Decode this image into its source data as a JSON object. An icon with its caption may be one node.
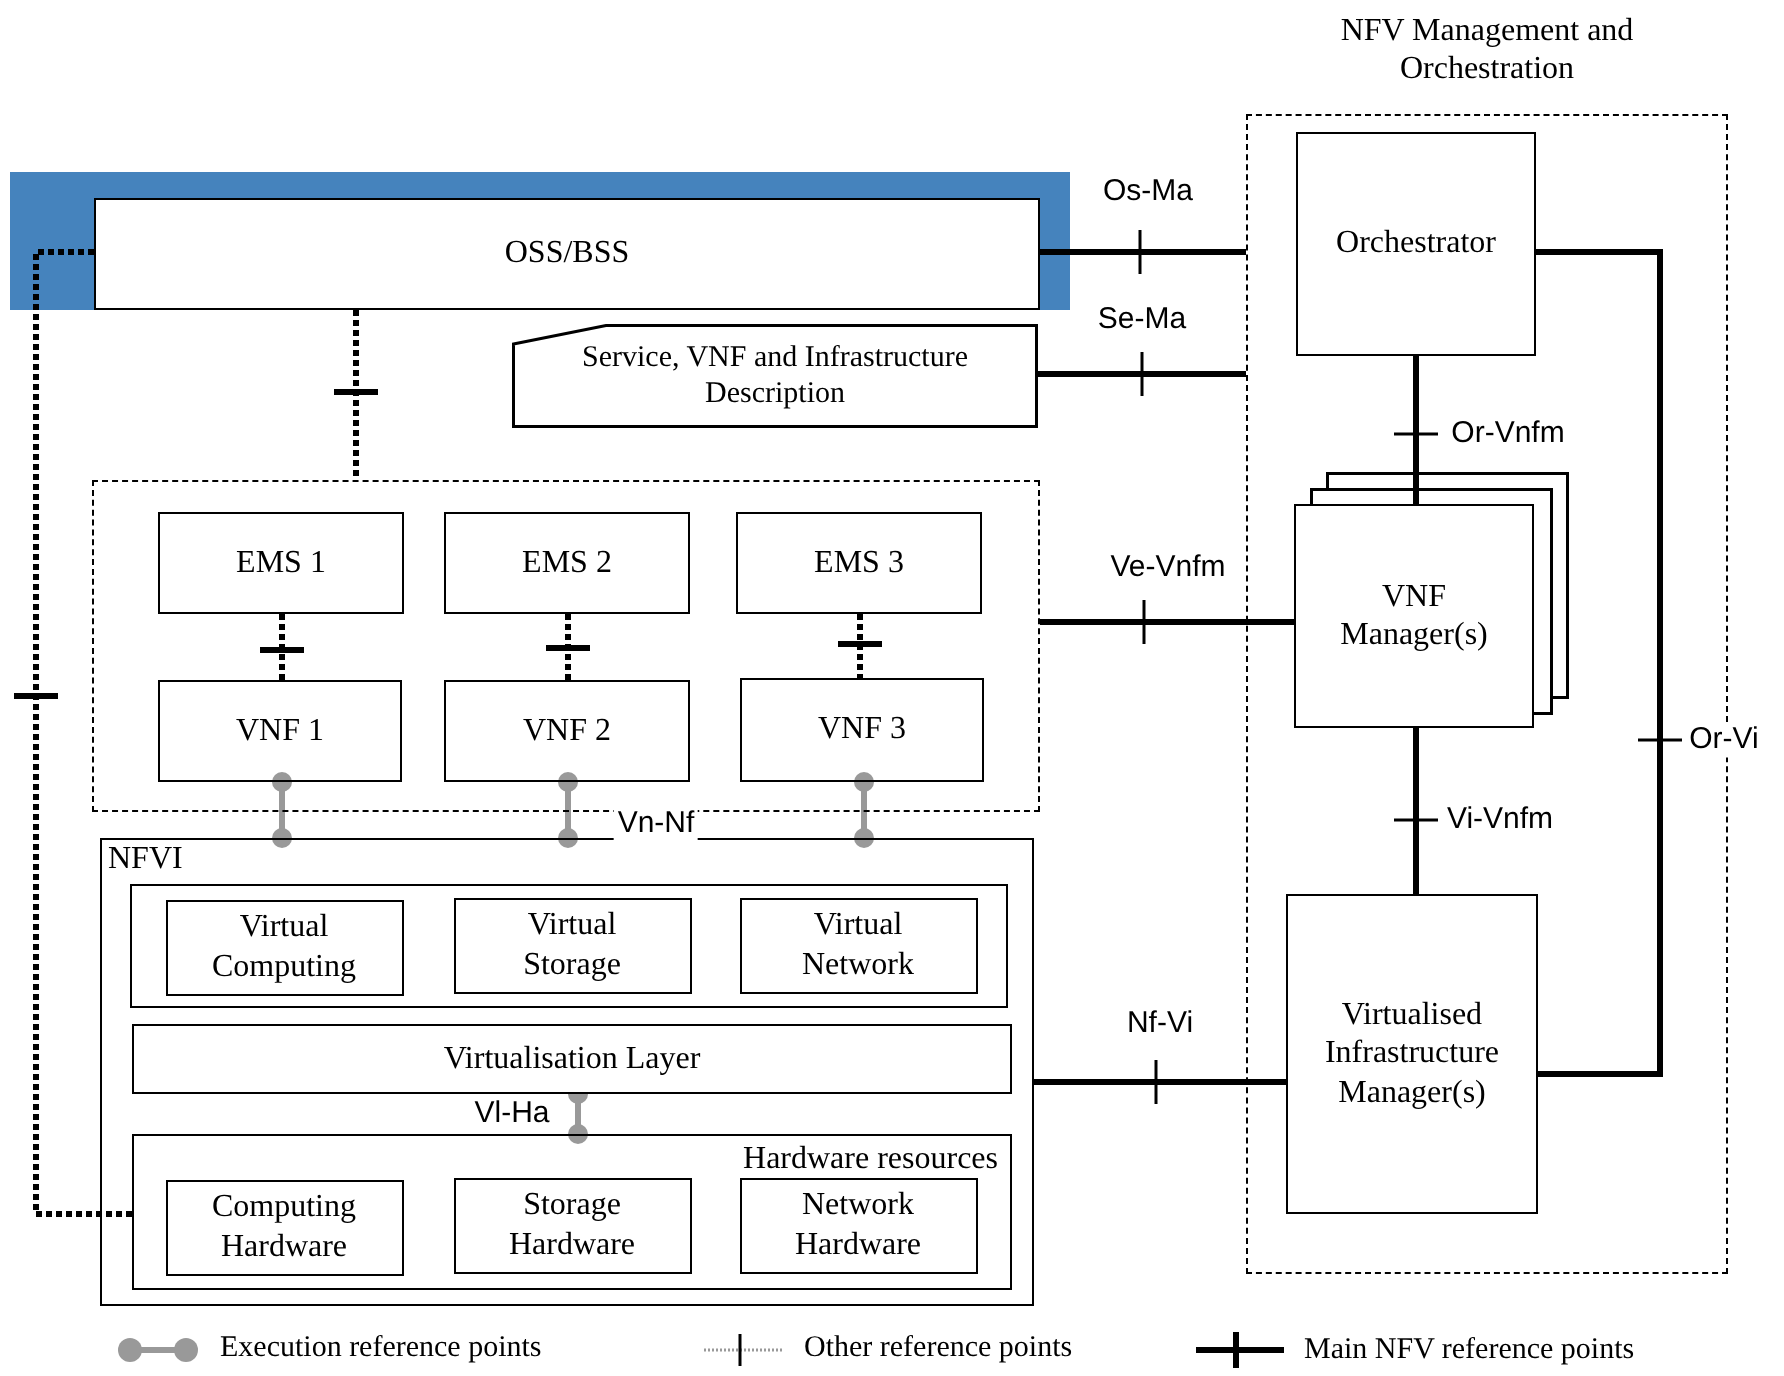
{
  "diagram": {
    "nodes": [
      {
        "text": [
          "OSS/BSS"
        ]
      },
      {
        "text": [
          "Service, VNF and Infrastructure Description"
        ]
      },
      {
        "text": [],
        "shape": "box"
      },
      {
        "text": [
          "EMS 1"
        ],
        "in": 2
      },
      {
        "text": [
          "EMS 2"
        ],
        "in": 2
      },
      {
        "text": [
          "EMS 3"
        ],
        "in": 2
      },
      {
        "text": [
          "VNF 1"
        ],
        "in": 2
      },
      {
        "text": [
          "VNF 2"
        ],
        "in": 2
      },
      {
        "text": [
          "VNF 3"
        ],
        "in": 2
      },
      {
        "text": [
          "NFVI"
        ]
      },
      {
        "text": [],
        "shape": "box",
        "in": 9
      },
      {
        "text": [
          "Virtual Computing"
        ],
        "in": 10
      },
      {
        "text": [
          "Virtual Storage"
        ],
        "in": 10
      },
      {
        "text": [
          "Virtual Network"
        ],
        "in": 10
      },
      {
        "text": [
          "Virtualisation Layer"
        ],
        "in": 9
      },
      {
        "text": [
          "Hardware resources"
        ],
        "in": 9
      },
      {
        "text": [
          "Computing Hardware"
        ],
        "in": 15
      },
      {
        "text": [
          "Storage Hardware"
        ],
        "in": 15
      },
      {
        "text": [
          "Network Hardware"
        ],
        "in": 15
      },
      {
        "text": [
          "NFV Management and Orchestration"
        ]
      },
      {
        "text": [
          "Orchestrator"
        ],
        "in": 19
      },
      {
        "text": [
          "VNF Manager(s)"
        ],
        "in": 19
      },
      {
        "text": [
          "Virtualised Infrastructure Manager(s)"
        ],
        "in": 19
      }
    ],
    "edges": [
      {
        "from": 0,
        "to": 19,
        "arrow": "none",
        "label": "Os-Ma"
      },
      {
        "from": 1,
        "to": 19,
        "arrow": "none",
        "label": "Se-Ma"
      },
      {
        "from": 2,
        "to": 21,
        "arrow": "none",
        "label": "Ve-Vnfm"
      },
      {
        "from": 20,
        "to": 21,
        "arrow": "none",
        "label": "Or-Vnfm"
      },
      {
        "from": 21,
        "to": 22,
        "arrow": "none",
        "label": "Vi-Vnfm"
      },
      {
        "from": 20,
        "to": 22,
        "arrow": "none",
        "label": "Or-Vi"
      },
      {
        "from": 9,
        "to": 22,
        "arrow": "none",
        "label": "Nf-Vi"
      },
      {
        "from": 0,
        "to": 2,
        "arrow": "none",
        "style": "dashed"
      },
      {
        "from": 3,
        "to": 6,
        "arrow": "none",
        "style": "dashed"
      },
      {
        "from": 4,
        "to": 7,
        "arrow": "none",
        "style": "dashed"
      },
      {
        "from": 5,
        "to": 8,
        "arrow": "none",
        "style": "dashed"
      },
      {
        "from": 0,
        "to": 15,
        "arrow": "none",
        "style": "dashed"
      },
      {
        "from": 6,
        "to": 9,
        "arrow": "other",
        "color": "#999999"
      },
      {
        "from": 7,
        "to": 9,
        "arrow": "other",
        "color": "#999999"
      },
      {
        "from": 8,
        "to": 9,
        "arrow": "other",
        "color": "#999999"
      },
      {
        "from": 14,
        "to": 15,
        "arrow": "other",
        "label": "Vl-Ha",
        "color": "#999999"
      }
    ],
    "labels": [
      "Vn-Nf"
    ],
    "legend": [
      {
        "text": "Execution reference points"
      },
      {
        "text": "Other reference points"
      },
      {
        "text": "Main NFV reference points"
      }
    ]
  }
}
